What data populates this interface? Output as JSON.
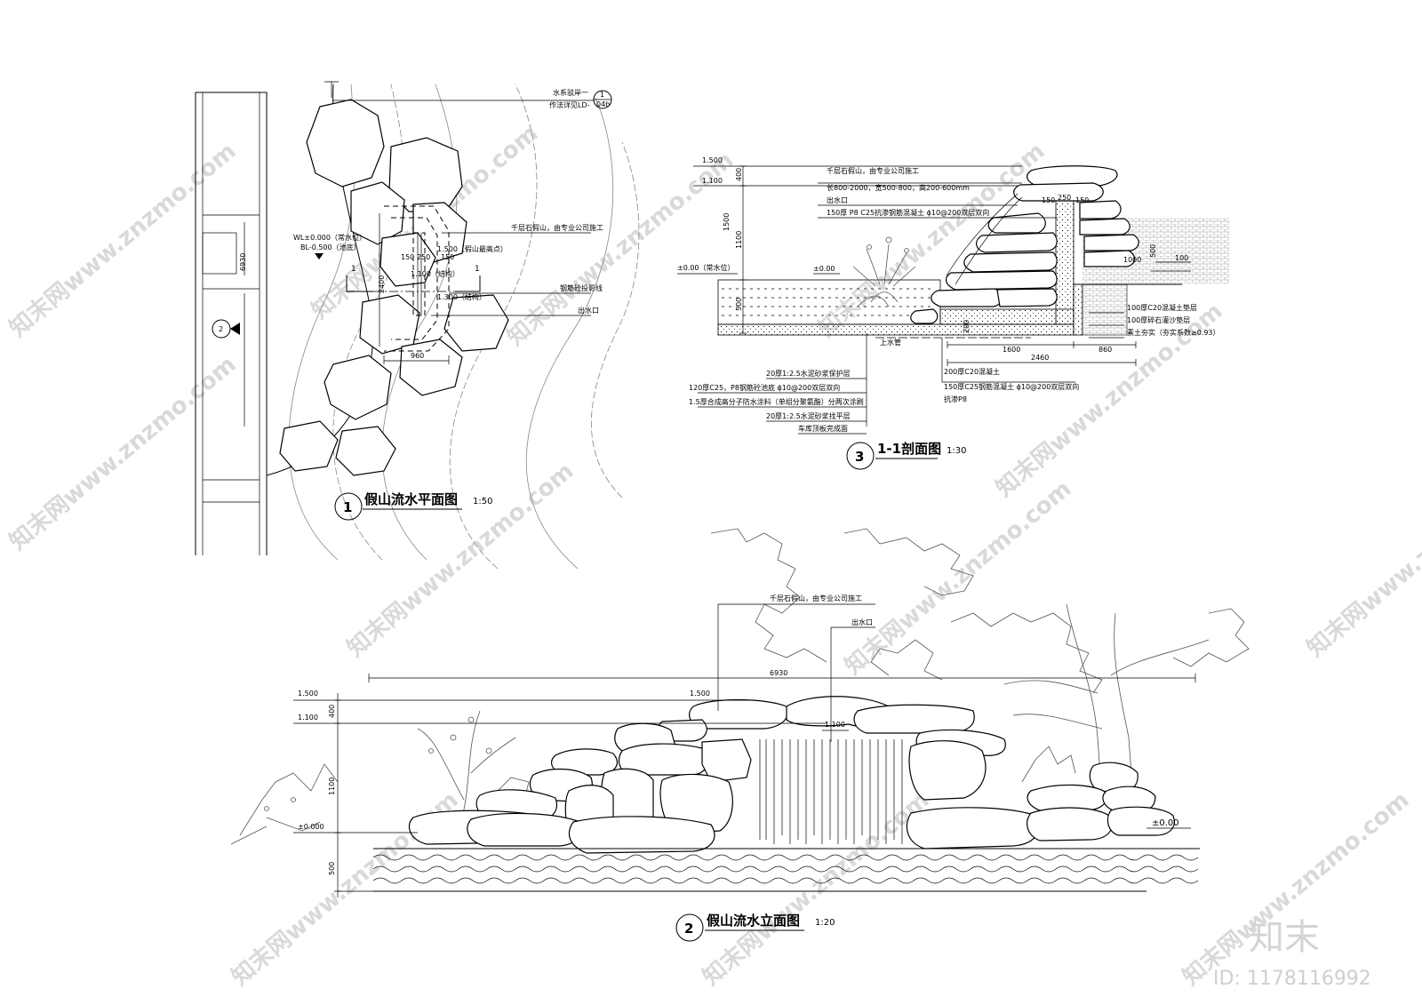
{
  "plan": {
    "title": "假山流水平面图",
    "scale": "1:50",
    "number": "1",
    "labels": {
      "revetment_1": "水系驳岸一",
      "revetment_2": "作法详见LD-",
      "ref_top": "1",
      "ref_bottom": "04b",
      "wl": "WL±0.000（常水位）",
      "bl": "BL-0.500（池底）",
      "rockery": "千层石假山，由专业公司施工",
      "h1500": "1.500（假山最高点）",
      "h150a": "150",
      "h250": "250",
      "h150b": "150",
      "h1100": "1.100（结构）",
      "h1300": "1.300（结构）",
      "rebar": "钢筋砼投影线",
      "outlet": "出水口",
      "dim_960": "960",
      "dim_2400": "2400",
      "dim_6930": "6930",
      "sec_1a": "1",
      "sec_1b": "1",
      "ref_2": "2"
    }
  },
  "section": {
    "title": "1-1剖面图",
    "scale": "1:30",
    "number": "3",
    "labels": {
      "lv1500": "1.500",
      "lv1100": "1.100",
      "lv000": "±0.00（常水位）",
      "lv000b": "±0.00",
      "d400": "400",
      "d1500": "1500",
      "d1100": "1100",
      "d500": "500",
      "rock1": "千层石假山，由专业公司施工",
      "rock2": "长800-2000，宽500-800，高200-600mm",
      "outlet": "出水口",
      "wall": "150厚 P8 C25抗渗钢筋混凝土  ϕ10@200双层双向",
      "d150a": "150",
      "d250": "250",
      "d150b": "150",
      "d1000": "1000",
      "d100": "100",
      "d500b": "500",
      "layer_r1": "100厚C20混凝土垫层",
      "layer_r2": "100厚碎石灌沙垫层",
      "layer_r3": "素土夯实（夯实系数≥0.93）",
      "pipe": "上水管",
      "d200": "200",
      "d1600": "1600",
      "d860": "860",
      "d2460": "2460",
      "b1": "200厚C20混凝土",
      "b2": "150厚C25钢筋混凝土  ϕ10@200双层双向",
      "b3": "抗渗P8",
      "l1": "20厚1:2.5水泥砂浆保护层",
      "l2": "120厚C25，P8钢筋砼池底  ϕ10@200双层双向",
      "l3": "1.5厚合成高分子防水涂料（单组分聚氨酯）分两次涂刷",
      "l4": "20厚1:2.5水泥砂浆找平层",
      "l5": "车库顶板完成面"
    }
  },
  "elevation": {
    "title": "假山流水立面图",
    "scale": "1:20",
    "number": "2",
    "labels": {
      "rockery": "千层石假山，由专业公司施工",
      "outlet": "出水口",
      "width": "6930",
      "lv1500": "1.500",
      "lv1500b": "1.500",
      "lv1100": "1.100",
      "lv1100b": "1.100",
      "lv000": "±0.000",
      "lv000b": "±0.00",
      "d400": "400",
      "d1100": "1100",
      "d500": "500"
    }
  },
  "watermark": {
    "site": "知末网www.znzmo.com",
    "brand": "知末",
    "id": "ID: 1178116992"
  }
}
